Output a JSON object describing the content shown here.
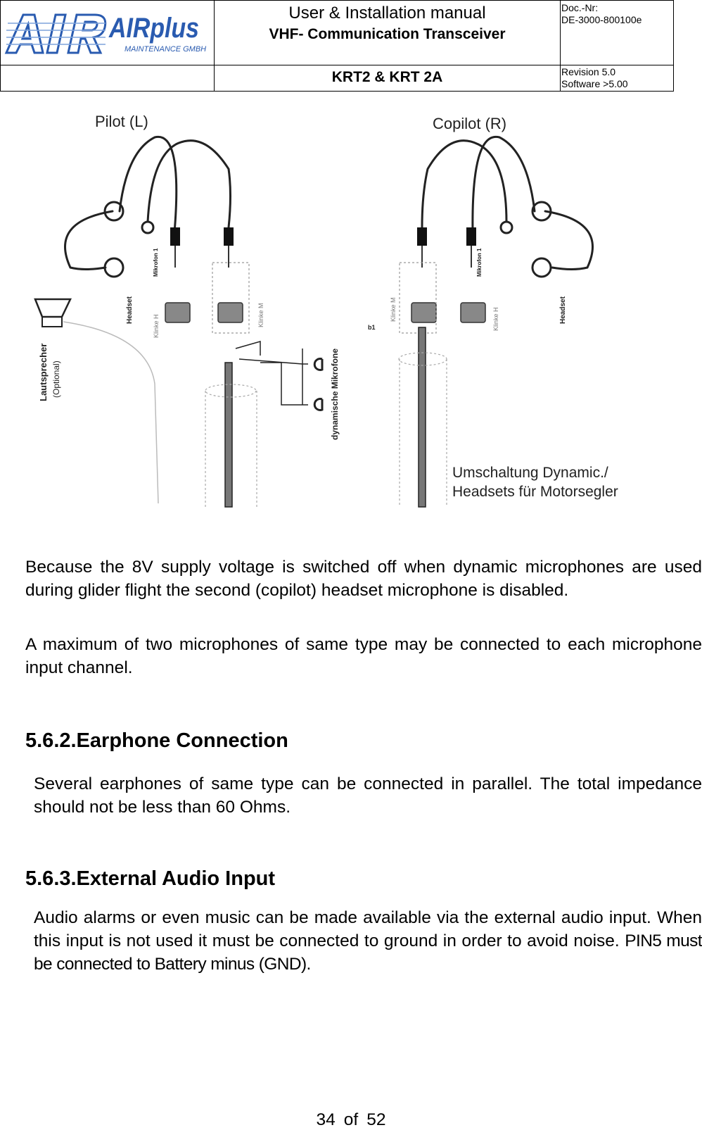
{
  "header": {
    "logo_text": "AIRplus",
    "logo_sub": "MAINTENANCE GMBH",
    "title_line1": "User & Installation manual",
    "title_line2": "VHF- Communication Transceiver",
    "doc_label": "Doc.-Nr:",
    "doc_number": "DE-3000-800100e",
    "model": "KRT2 & KRT 2A",
    "revision": "Revision 5.0",
    "software": "Software >5.00"
  },
  "diagram": {
    "pilot_label": "Pilot (L)",
    "copilot_label": "Copilot (R)",
    "headset_label": "Headset",
    "mikrofon_label": "Mikrofon 1",
    "klinke_h": "Klinke H",
    "klinke_m": "Klinke M",
    "lautsprecher": "Lautsprecher",
    "optional": "(Optional)",
    "dyn_mic": "dynamische Mikrofone",
    "b1": "b1",
    "caption_line1": "Umschaltung Dynamic./",
    "caption_line2": "Headsets für Motorsegler"
  },
  "content": {
    "para1": "Because the 8V supply voltage is switched off when dynamic microphones are used during glider flight the second (copilot) headset microphone is disabled.",
    "para2": "A maximum of two microphones of same type may be connected to each microphone input channel.",
    "heading1": "5.6.2.Earphone Connection",
    "para3": "Several earphones of same type can be connected in parallel. The total impedance should not be less than 60 Ohms.",
    "heading2": "5.6.3.External Audio Input",
    "para4_a": "Audio alarms or even music can be made available via the external audio input. When this input is not used it must be connected to ground in order to avoid noise. ",
    "para4_b": "PIN5 must be connected to Battery minus (GND)."
  },
  "footer": {
    "page": "34",
    "of": "of",
    "total": "52"
  }
}
